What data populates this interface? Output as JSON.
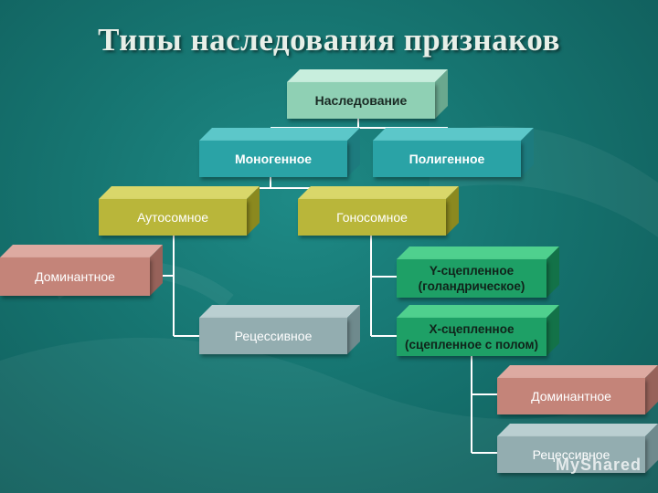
{
  "title": "Типы наследования признаков",
  "nodes": {
    "root": "Наследование",
    "monogenic": "Моногенное",
    "polygenic": "Полигенное",
    "autosomal": "Аутосомное",
    "gonosomal": "Гоносомное",
    "autosomal_dominant": "Доминантное",
    "autosomal_recessive": "Рецессивное",
    "y_linked": "Y-сцепленное\n(голандрическое)",
    "x_linked": "Х-сцепленное\n(сцепленное с полом)",
    "x_dominant": "Доминантное",
    "x_recessive": "Рецессивное"
  },
  "watermark": "MyShared",
  "colors": {
    "background": "#167470",
    "mint": "#8fd0b4",
    "teal": "#2aa3a6",
    "olive": "#b9b63a",
    "rose": "#c48479",
    "grey": "#93adb0",
    "green": "#1ea066",
    "connector": "#ffffff"
  }
}
